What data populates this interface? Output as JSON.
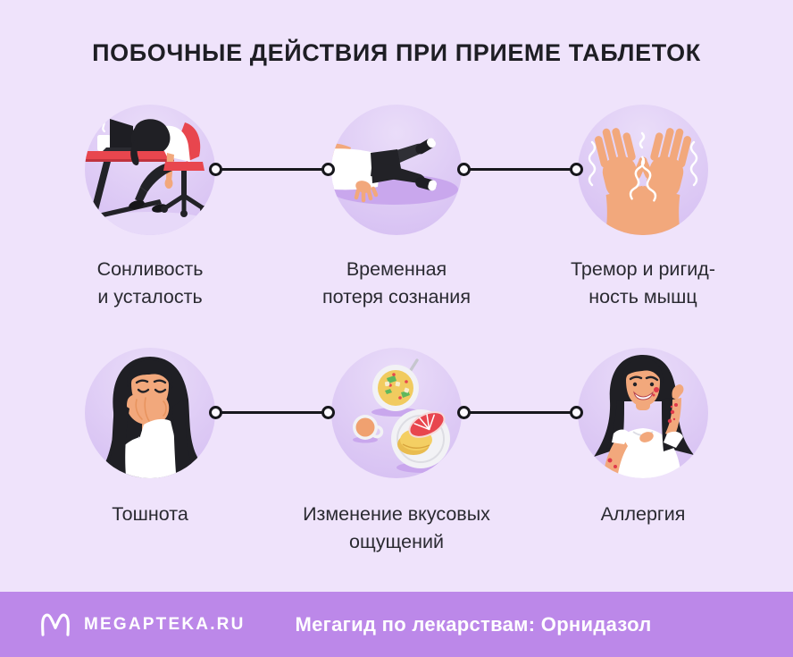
{
  "title": "ПОБОЧНЫЕ ДЕЙСТВИЯ ПРИ ПРИЕМЕ ТАБЛЕТОК",
  "items": [
    {
      "id": "drowsiness",
      "illustration": "person-sleeping-at-desk",
      "lines": [
        "Сонливость",
        "и усталость"
      ]
    },
    {
      "id": "fainting",
      "illustration": "person-lying-unconscious",
      "lines": [
        "Временная",
        "потеря сознания"
      ]
    },
    {
      "id": "tremor",
      "illustration": "trembling-hands",
      "lines": [
        "Тремор и ригид-",
        "ность мышц"
      ]
    },
    {
      "id": "nausea",
      "illustration": "woman-covering-mouth",
      "lines": [
        "Тошнота"
      ]
    },
    {
      "id": "taste-change",
      "illustration": "food-dishes",
      "lines": [
        "Изменение вкусовых",
        "ощущений"
      ]
    },
    {
      "id": "allergy",
      "illustration": "woman-with-rash",
      "lines": [
        "Аллергия"
      ]
    }
  ],
  "footer": {
    "brand": "MEGAPTEKA.RU",
    "caption": "Мегагид по лекарствам: Орнидазол",
    "logo": "megapteka-m-logo"
  },
  "colors": {
    "background": "#EFE3FB",
    "footer_band": "#BC88E9",
    "title_text": "#1E1E24",
    "label_text": "#2A2A31",
    "connector": "#17171C",
    "circle_top": "#EADDF9",
    "circle_bottom": "#D5BEF2",
    "ground_shadow": "#C9A7ED",
    "accent_red": "#E8464E",
    "skin": "#F2A87C",
    "dark": "#1F1F24"
  }
}
